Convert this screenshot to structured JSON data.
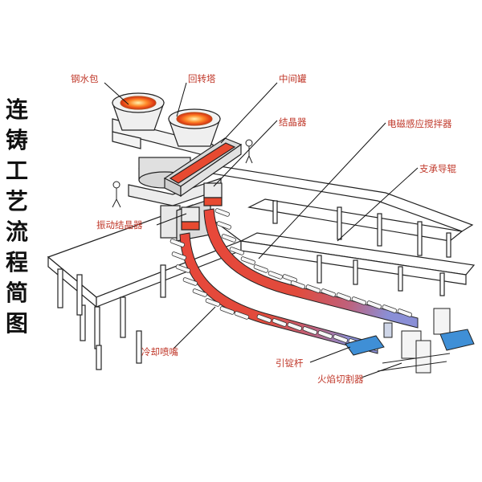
{
  "title_chars": [
    "连",
    "铸",
    "工",
    "艺",
    "流",
    "程",
    "简",
    "图"
  ],
  "labels": {
    "ladle": "钢水包",
    "turret": "回转塔",
    "tundish": "中间罐",
    "mold": "结晶器",
    "ems": "电磁感应搅拌器",
    "support_rolls": "支承导辊",
    "oscillation": "振动结晶器",
    "spray": "冷却喷嘴",
    "dummy_bar": "引锭杆",
    "torch_cutter": "火焰切割器"
  },
  "colors": {
    "label_text": "#c0392b",
    "leader_line": "#111111",
    "strand_hot": "#e8473a",
    "strand_cool": "#8a8fd6",
    "slab": "#3f8fd6",
    "molten": "#ff6a2a"
  }
}
